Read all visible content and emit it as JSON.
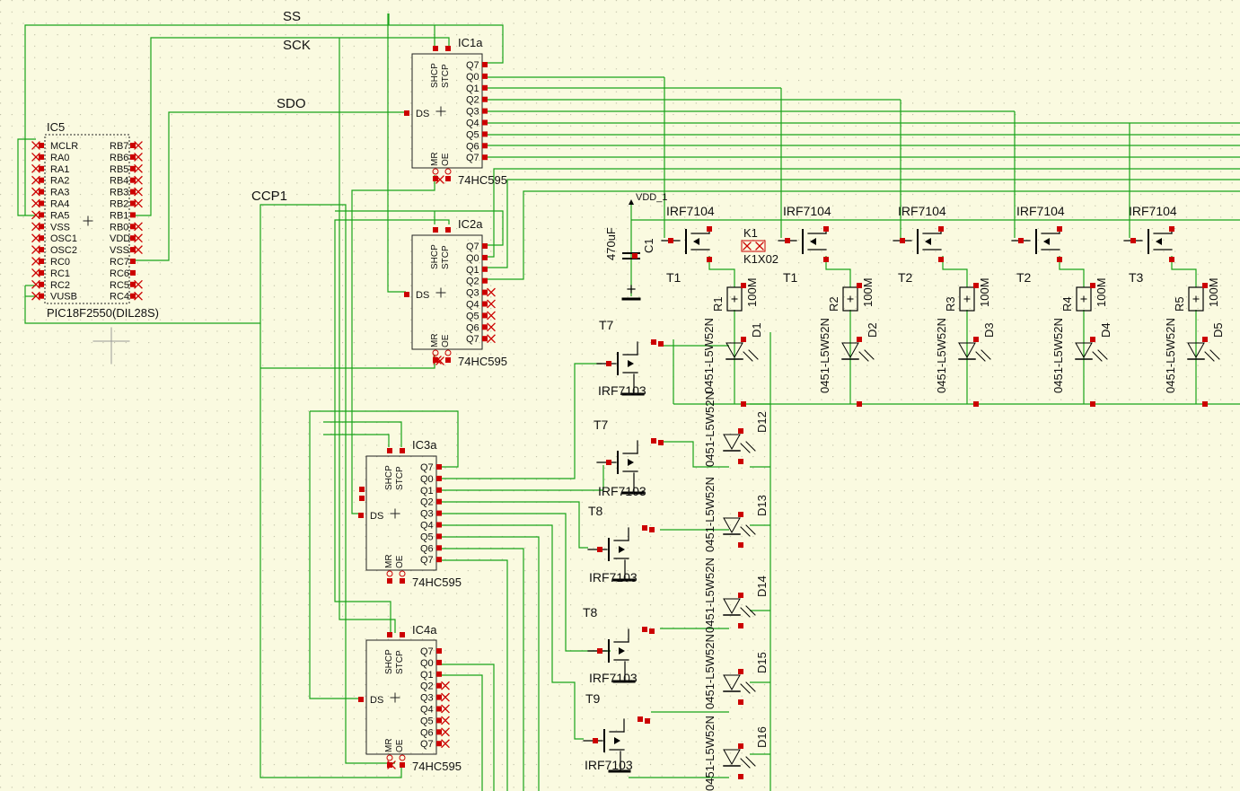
{
  "colors": {
    "background": "#fafae0",
    "grid": "#b9b9a0",
    "wire": "#19a319",
    "pin": "#cc0000",
    "part": "#000000",
    "origin": "#999999"
  },
  "nets": {
    "ss": "SS",
    "sck": "SCK",
    "sdo": "SDO",
    "ccp1": "CCP1",
    "vdd": "VDD_1"
  },
  "pic": {
    "name": "IC5",
    "value": "PIC18F2550(DIL28S)",
    "left_pins": [
      "MCLR",
      "RA0",
      "RA1",
      "RA2",
      "RA3",
      "RA4",
      "RA5",
      "VSS",
      "OSC1",
      "OSC2",
      "RC0",
      "RC1",
      "RC2",
      "VUSB"
    ],
    "right_pins": [
      "RB7",
      "RB6",
      "RB5",
      "RB4",
      "RB3",
      "RB2",
      "RB1",
      "RB0",
      "VDD",
      "VSS",
      "RC7",
      "RC6",
      "RC5",
      "RC4"
    ]
  },
  "shift_registers": [
    {
      "name": "IC1a",
      "value": "74HC595"
    },
    {
      "name": "IC2a",
      "value": "74HC595"
    },
    {
      "name": "IC3a",
      "value": "74HC595"
    },
    {
      "name": "IC4a",
      "value": "74HC595"
    }
  ],
  "sr_pins": {
    "left": [
      "DS"
    ],
    "top": [
      "SHCP",
      "STCP"
    ],
    "bottom": [
      "MR",
      "OE"
    ],
    "right": [
      "Q7",
      "Q0",
      "Q1",
      "Q2",
      "Q3",
      "Q4",
      "Q5",
      "Q6",
      "Q7"
    ]
  },
  "capacitor": {
    "name": "C1",
    "value": "470uF"
  },
  "connector": {
    "name": "K1",
    "value": "K1X02"
  },
  "nfets": [
    {
      "value": "IRF7104",
      "name": "T1"
    },
    {
      "value": "IRF7104",
      "name": "T1"
    },
    {
      "value": "IRF7104",
      "name": "T2"
    },
    {
      "value": "IRF7104",
      "name": "T2"
    },
    {
      "value": "IRF7104",
      "name": "T3"
    }
  ],
  "resistors": [
    {
      "name": "R1",
      "value": "100M"
    },
    {
      "name": "R2",
      "value": "100M"
    },
    {
      "name": "R3",
      "value": "100M"
    },
    {
      "name": "R4",
      "value": "100M"
    },
    {
      "name": "R5",
      "value": "100M"
    }
  ],
  "top_leds": [
    {
      "name": "D1",
      "value": "0451-L5W52N"
    },
    {
      "name": "D2",
      "value": "0451-L5W52N"
    },
    {
      "name": "D3",
      "value": "0451-L5W52N"
    },
    {
      "name": "D4",
      "value": "0451-L5W52N"
    },
    {
      "name": "D5",
      "value": "0451-L5W52N"
    }
  ],
  "pfets": [
    {
      "name": "T7",
      "value": "IRF7103"
    },
    {
      "name": "T7",
      "value": "IRF7103"
    },
    {
      "name": "T8",
      "value": "IRF7103"
    },
    {
      "name": "T8",
      "value": "IRF7103"
    },
    {
      "name": "T9",
      "value": "IRF7103"
    }
  ],
  "col_leds": [
    {
      "name": "D12",
      "value": "0451-L5W52N"
    },
    {
      "name": "D13",
      "value": "0451-L5W52N"
    },
    {
      "name": "D14",
      "value": "0451-L5W52N"
    },
    {
      "name": "D15",
      "value": "0451-L5W52N"
    },
    {
      "name": "D16",
      "value": "0451-L5W52N"
    },
    {
      "name": "",
      "value": "0451-L5W52N"
    }
  ]
}
